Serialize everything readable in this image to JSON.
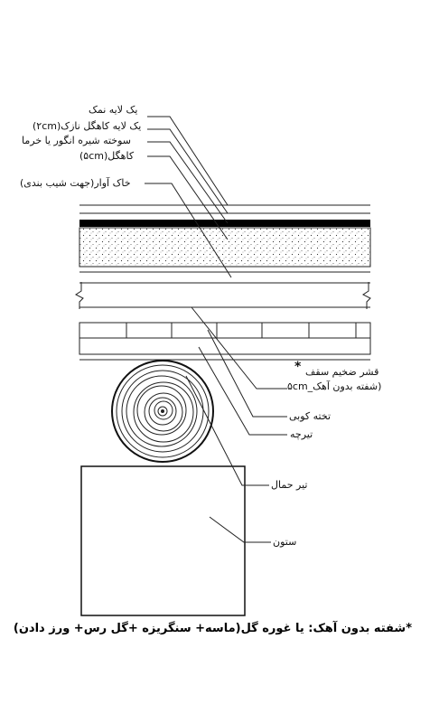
{
  "layers_labels": [
    "یک لایه نمک",
    "یک لایه کاهگل نازک(۲cm)",
    "سوخته شیره انگور یا خرما",
    "کاهگل(۵cm)",
    "خاک آوار(جهت شیب بندی)"
  ],
  "structure_labels": {
    "star": "*",
    "thick_layer_line1": "قشر ضخیم سقف",
    "thick_layer_line2": "(شفته بدون آهک_۵cm",
    "planking": "تخته کوبی",
    "joist": "تیرچه",
    "beam": "تیر حمال",
    "column": "ستون"
  },
  "footnote": "*شفته بدون آهک: یا غوره گل(ماسه+ سنگریزه +گل رس+ ورز دادن)"
}
